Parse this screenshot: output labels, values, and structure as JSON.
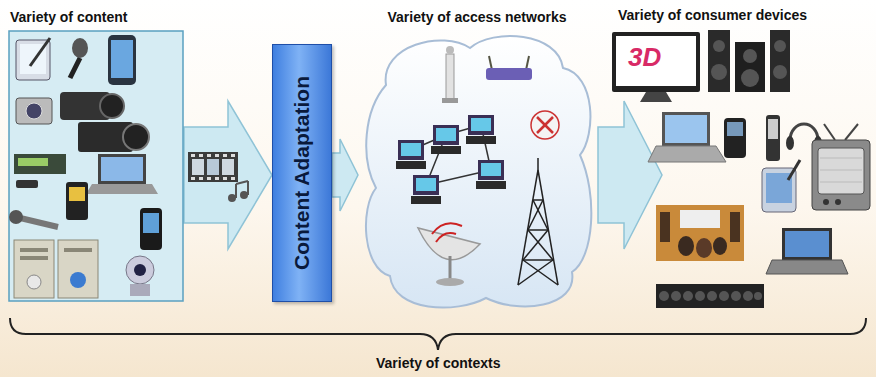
{
  "diagram": {
    "nodes": [
      {
        "text": [
          "Variety of content"
        ]
      },
      {
        "text": [
          "Content Adaptation"
        ]
      },
      {
        "text": [
          "Variety of access networks"
        ]
      }
    ],
    "edges": [
      {
        "from": 0,
        "to": 1,
        "arrow": "to"
      },
      {
        "from": 1,
        "to": 2,
        "arrow": "to"
      }
    ],
    "labels": [
      "Variety of consumer devices",
      "3D",
      "Variety of contexts"
    ]
  }
}
